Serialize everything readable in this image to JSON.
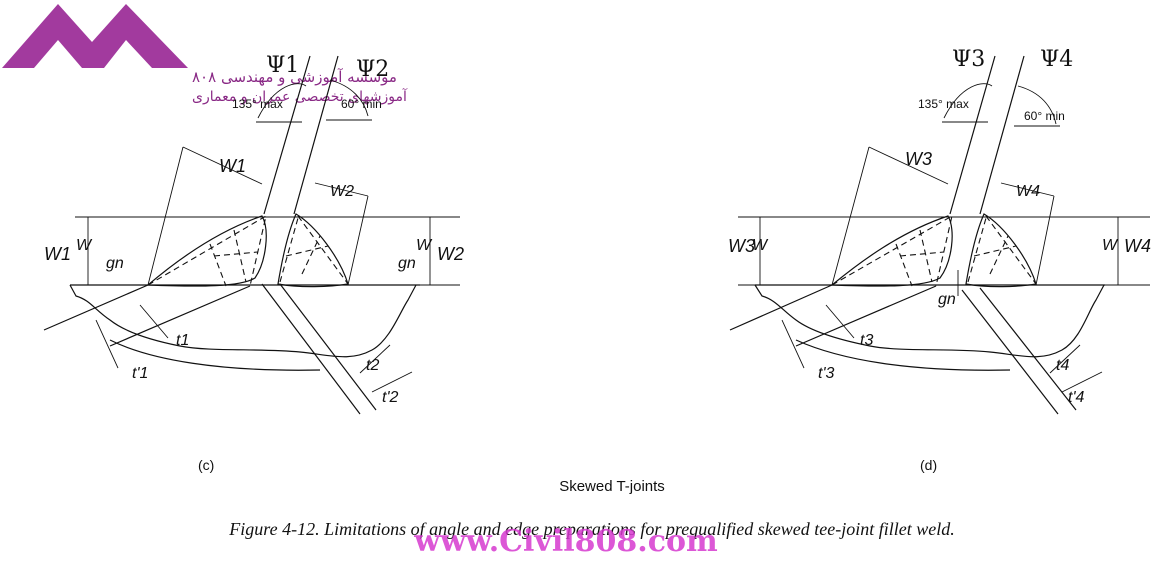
{
  "logo": {
    "line1": "موسسه آموزشی و مهندسی ۸۰۸",
    "line2": "آموزشهای تخصصی عمران و معماری",
    "color": "#a23a9e"
  },
  "diagram_c": {
    "psi_left": "Ψ1",
    "psi_right": "Ψ2",
    "angle_max": "135°  max",
    "angle_min": "60°  min",
    "W_left": "W1",
    "W_right": "W2",
    "w_left": "W",
    "w_right": "W",
    "W_vert_left": "W1",
    "W_vert_right": "W2",
    "g_left": "gn",
    "g_right": "gn",
    "t_inner": "t1",
    "t_outer": "t'1",
    "t2_inner": "t2",
    "t2_outer": "t'2",
    "tag": "(c)"
  },
  "diagram_d": {
    "psi_left": "Ψ3",
    "psi_right": "Ψ4",
    "angle_max": "135°  max",
    "angle_min": "60°  min",
    "W_left": "W3",
    "W_right": "W4",
    "w_left": "W",
    "w_right": "W",
    "W_vert_left": "W3",
    "W_vert_right": "W4",
    "g_center": "gn",
    "t_inner": "t3",
    "t_outer": "t'3",
    "t4_inner": "t4",
    "t4_outer": "t'4",
    "tag": "(d)"
  },
  "subtitle": "Skewed T-joints",
  "caption": "Figure 4-12.  Limitations of angle and edge preparations for prequalified skewed tee-joint fillet weld.",
  "watermark": "www.Civil808.com",
  "colors": {
    "watermark": "#d63ad0",
    "line": "#111111"
  }
}
